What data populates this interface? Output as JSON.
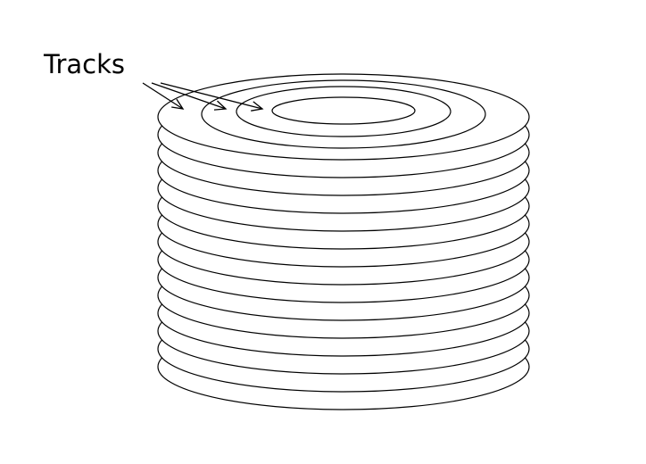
{
  "diagram": {
    "label": "Tracks",
    "platter_count": 15,
    "track_rings": 3
  },
  "colors": {
    "stroke": "#000000",
    "background": "#ffffff"
  }
}
